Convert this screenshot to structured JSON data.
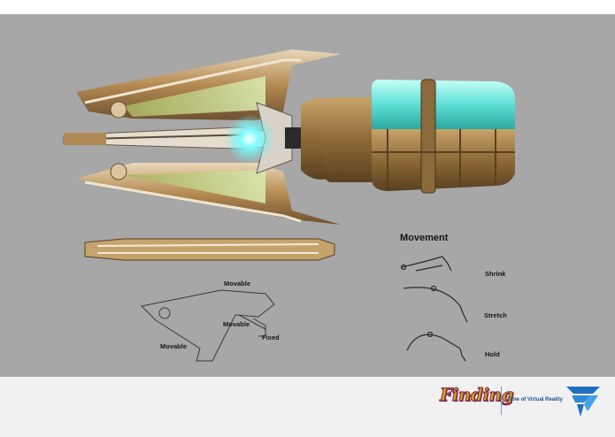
{
  "movement": {
    "title": "Movement",
    "shrink": "Shrink",
    "stretch": "Stretch",
    "hold": "Hold"
  },
  "diagram": {
    "movable_top": "Movable",
    "movable_mid": "Movable",
    "fixed": "Fixed",
    "movable_bottom": "Movable"
  },
  "footer": {
    "logo_text": "Finding",
    "tagline": "Time of Virtual Reality"
  },
  "colors": {
    "background": "#a7a7a7",
    "glow": "#5ff0f0",
    "brass": "#9a7440",
    "footer": "#f1f1f1",
    "brand_blue": "#1f6fc0"
  }
}
